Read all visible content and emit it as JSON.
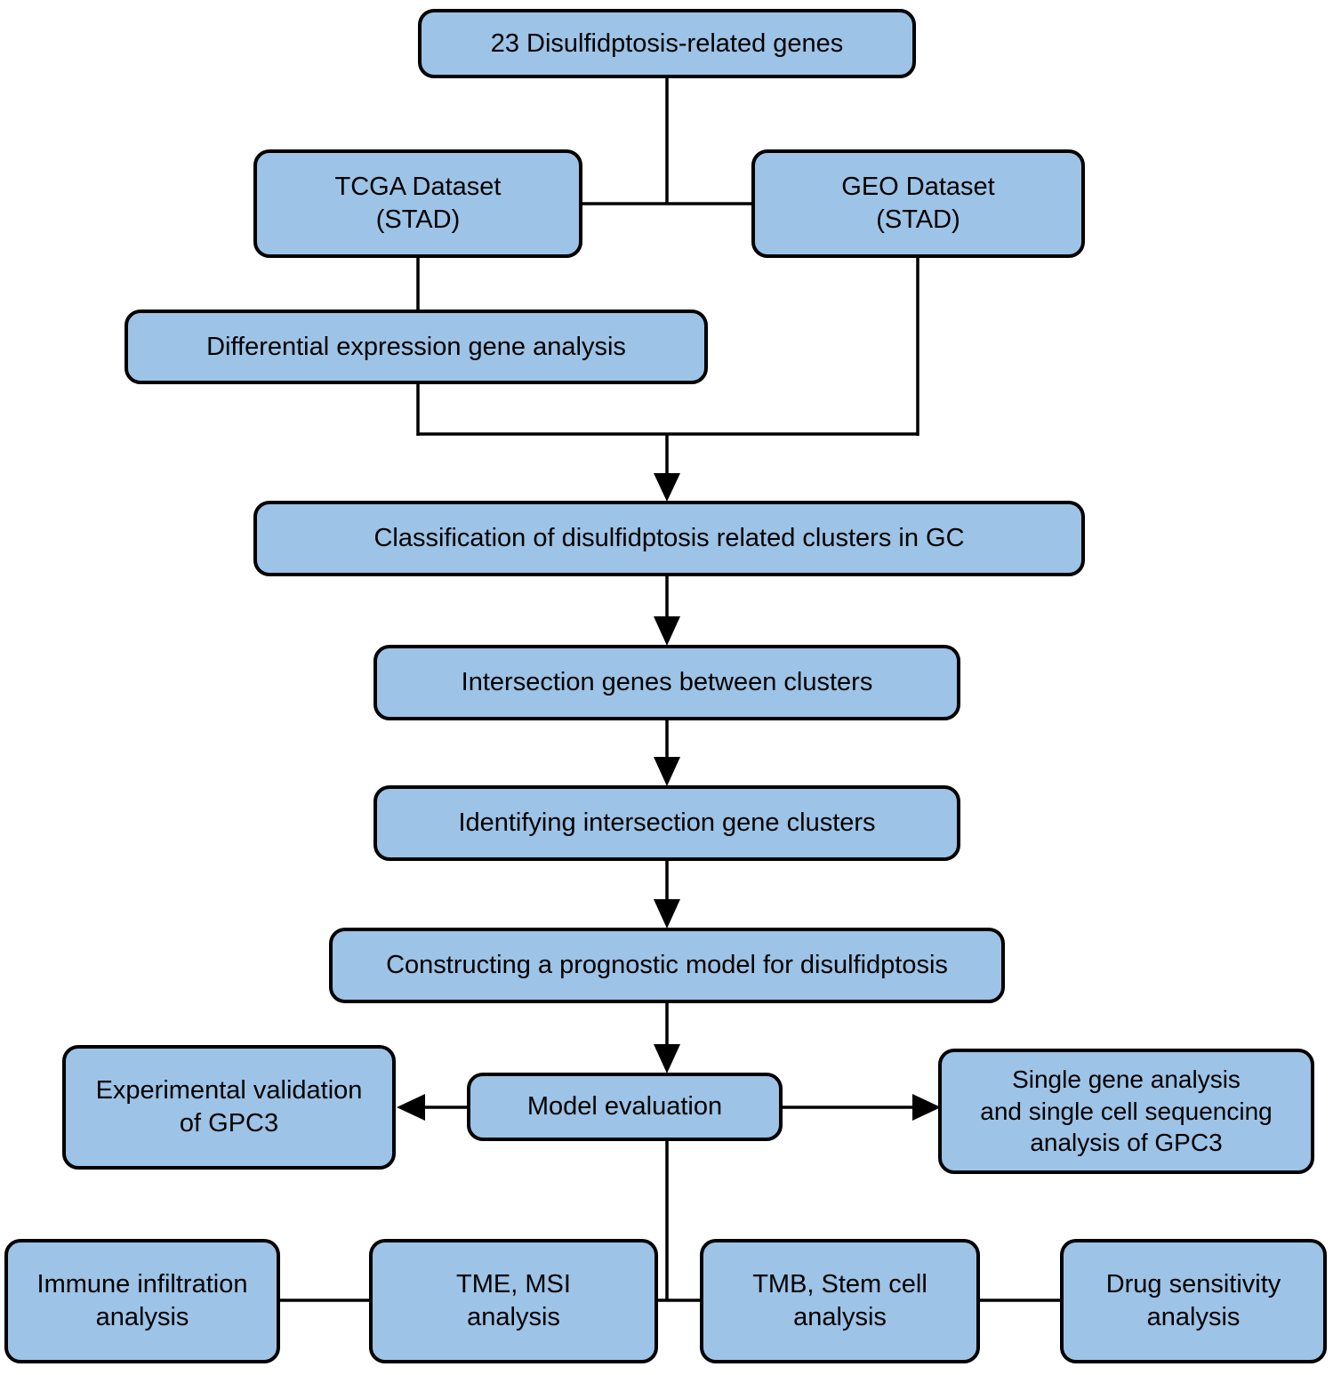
{
  "figure": {
    "background": "#ffffff",
    "node_fill": "#9dc3e6",
    "node_border": "#000000",
    "text_color": "#000000"
  },
  "nodes": {
    "genes": {
      "lines": [
        "23 Disulfidptosis-related genes"
      ]
    },
    "tcga": {
      "lines": [
        "TCGA Dataset",
        "(STAD)"
      ]
    },
    "geo": {
      "lines": [
        "GEO Dataset",
        "(STAD)"
      ]
    },
    "deg": {
      "lines": [
        "Differential expression gene analysis"
      ]
    },
    "classification": {
      "lines": [
        "Classification of disulfidptosis related clusters in GC"
      ]
    },
    "intersection": {
      "lines": [
        "Intersection genes between clusters"
      ]
    },
    "identifying": {
      "lines": [
        "Identifying intersection gene clusters"
      ]
    },
    "constructing": {
      "lines": [
        "Constructing a prognostic model for disulfidptosis"
      ]
    },
    "model_evaluation": {
      "lines": [
        "Model evaluation"
      ]
    },
    "experimental_validation": {
      "lines": [
        "Experimental validation",
        "of GPC3"
      ]
    },
    "single_gene": {
      "lines": [
        "Single gene analysis",
        "and single cell sequencing",
        "analysis of GPC3"
      ]
    },
    "immune_infiltration": {
      "lines": [
        "Immune infiltration",
        "analysis"
      ]
    },
    "tme_msi": {
      "lines": [
        "TME, MSI",
        "analysis"
      ]
    },
    "tmb_stem": {
      "lines": [
        "TMB, Stem cell",
        "analysis"
      ]
    },
    "drug_sensitivity": {
      "lines": [
        "Drug sensitivity",
        "analysis"
      ]
    }
  }
}
